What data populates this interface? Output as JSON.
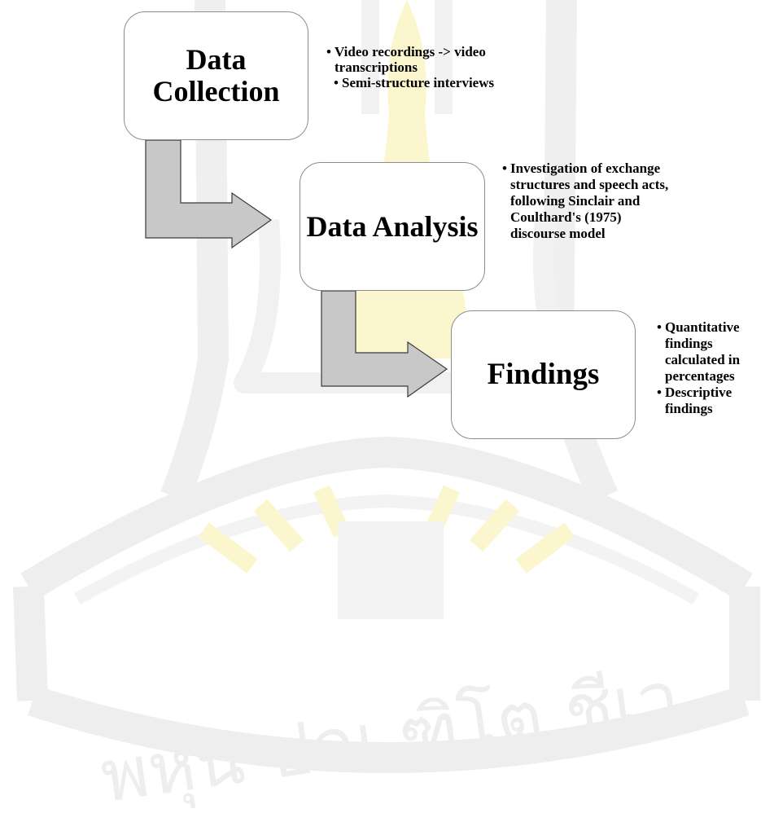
{
  "stages": [
    {
      "title": "Data Collection",
      "notes": [
        "Video recordings -> video transcriptions",
        "Semi-structure interviews"
      ]
    },
    {
      "title": "Data Analysis",
      "notes": [
        "Investigation of exchange structures and speech acts, following Sinclair and Coulthard's (1975) discourse model"
      ]
    },
    {
      "title": "Findings",
      "notes": [
        "Quantitative findings calculated in percentages",
        "Descriptive findings"
      ]
    }
  ],
  "watermark": {
    "text": "พหุน ปณ ฑิโต ชีเว"
  },
  "colors": {
    "box_border": "#8c8c8c",
    "arrow_fill": "#c8c8c8",
    "arrow_stroke": "#3a3a3a",
    "watermark_gray": "#eeeeee",
    "watermark_yellow": "#fcf6cf"
  }
}
